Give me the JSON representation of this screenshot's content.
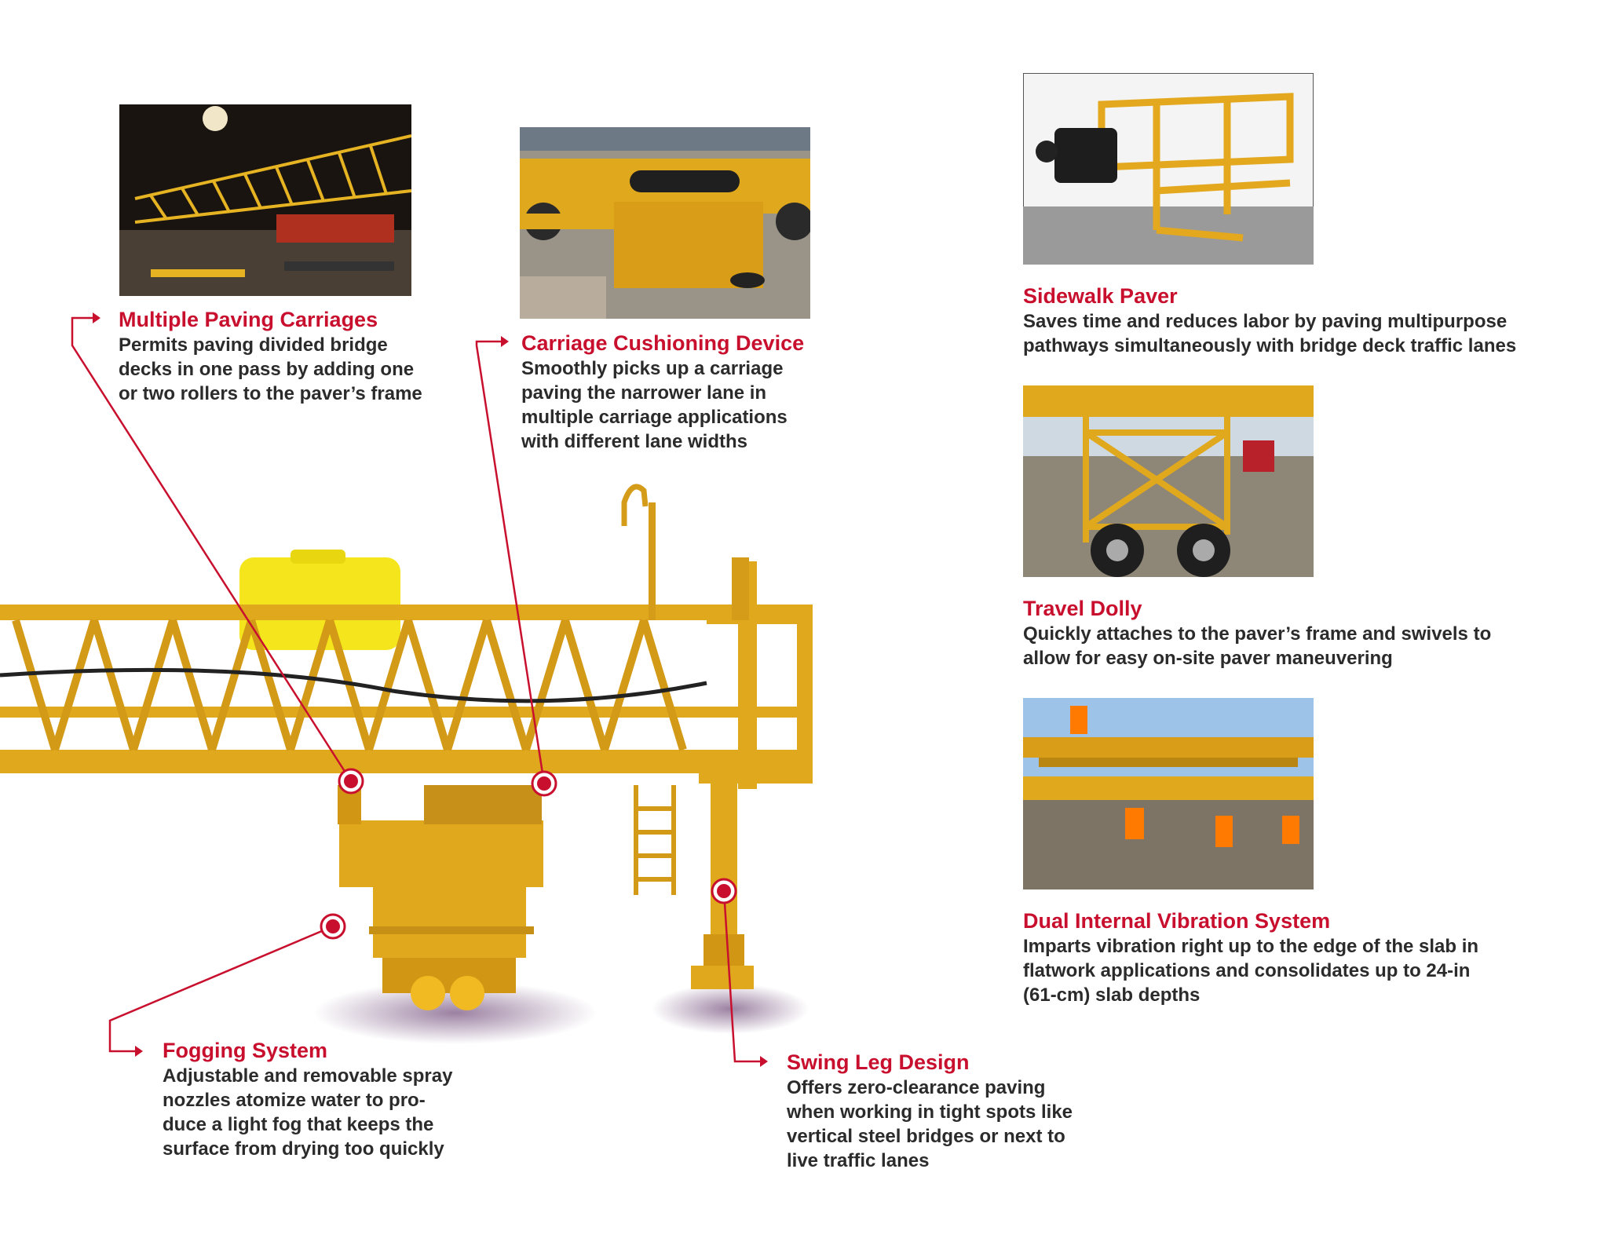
{
  "features": {
    "multiple_paving": {
      "title": "Multiple Paving Carriages",
      "lines": [
        "Permits paving divided bridge",
        "decks in one pass by adding one",
        "or two rollers to the paver’s frame"
      ]
    },
    "carriage_cushioning": {
      "title": "Carriage Cushioning Device",
      "lines": [
        "Smoothly picks up a carriage",
        "paving the narrower lane in",
        "multiple carriage applications",
        "with different lane widths"
      ]
    },
    "sidewalk_paver": {
      "title": "Sidewalk Paver",
      "lines": [
        "Saves time and reduces labor by paving multipurpose",
        "pathways simultaneously with bridge deck traffic lanes"
      ]
    },
    "travel_dolly": {
      "title": "Travel Dolly",
      "lines": [
        "Quickly attaches to the paver’s frame and swivels to",
        "allow for easy on-site paver maneuvering"
      ]
    },
    "dual_vibration": {
      "title": "Dual Internal Vibration System",
      "lines": [
        "Imparts vibration right up to the edge of the slab in",
        "flatwork applications and consolidates up to 24-in",
        "(61-cm) slab depths"
      ]
    },
    "fogging_system": {
      "title": "Fogging System",
      "lines": [
        "Adjustable and removable spray",
        "nozzles atomize water to pro-",
        "duce a light fog that keeps the",
        "surface from drying too quickly"
      ]
    },
    "swing_leg": {
      "title": "Swing Leg Design",
      "lines": [
        "Offers zero-clearance paving",
        "when working in tight spots like",
        "vertical steel bridges or next to",
        "live traffic lanes"
      ]
    }
  },
  "colors": {
    "accent_red": "#c8102e",
    "machine_yellow": "#e0a81c",
    "text_dark": "#2b2b2b"
  }
}
